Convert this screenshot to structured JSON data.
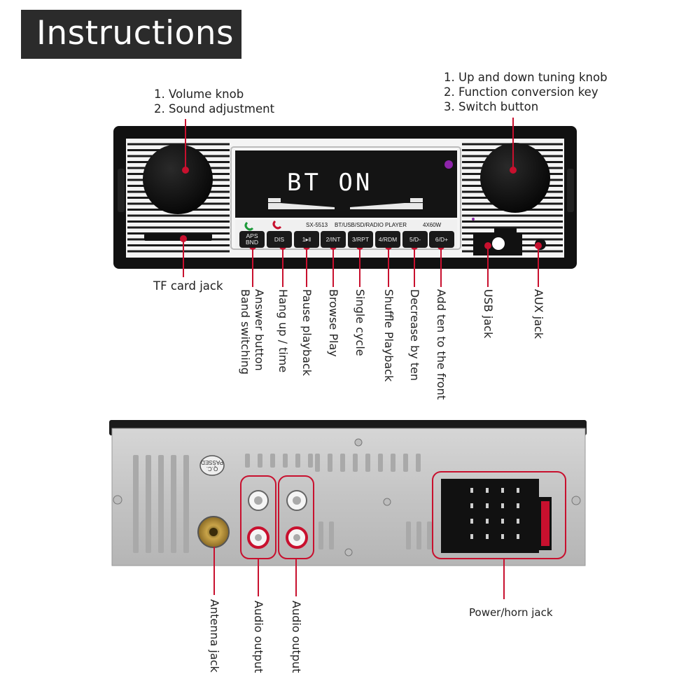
{
  "title": "Instructions",
  "display": {
    "text": "BT ON",
    "model": "SX-5513",
    "player": "BT/USB/SD/RADIO PLAYER",
    "power": "4X60W"
  },
  "buttons": {
    "aps": "APS",
    "bnd": "BND",
    "dis": "DIS",
    "b1": "1▸‖",
    "b2": "2/INT",
    "b3": "3/RPT",
    "b4": "4/RDM",
    "b5": "5/D-",
    "b6": "6/D+"
  },
  "labels": {
    "volume_1": "1. Volume knob",
    "volume_2": "2. Sound adjustment",
    "tuning_1": "1. Up and down tuning knob",
    "tuning_2": "2. Function conversion key",
    "tuning_3": "3. Switch button",
    "tf_card": "TF card jack",
    "answer": "Answer button",
    "band": "Band switching",
    "hangup": "Hang up / time",
    "pause": "Pause playback",
    "browse": "Browse Play",
    "single": "Single cycle",
    "shuffle": "Shuffle Playback",
    "decrease": "Decrease by ten",
    "add": "Add ten to the front",
    "usb": "USB jack",
    "aux": "AUX jack",
    "antenna": "Antenna jack",
    "audio1": "Audio output",
    "audio2": "Audio output",
    "power": "Power/horn jack"
  },
  "back": {
    "qc_1": "Q.C.",
    "qc_2": "PASSED"
  },
  "colors": {
    "callout": "#c8102e",
    "title_bg": "#2b2b2b",
    "display_bg": "#141414",
    "panel": "#c9c9c9"
  }
}
